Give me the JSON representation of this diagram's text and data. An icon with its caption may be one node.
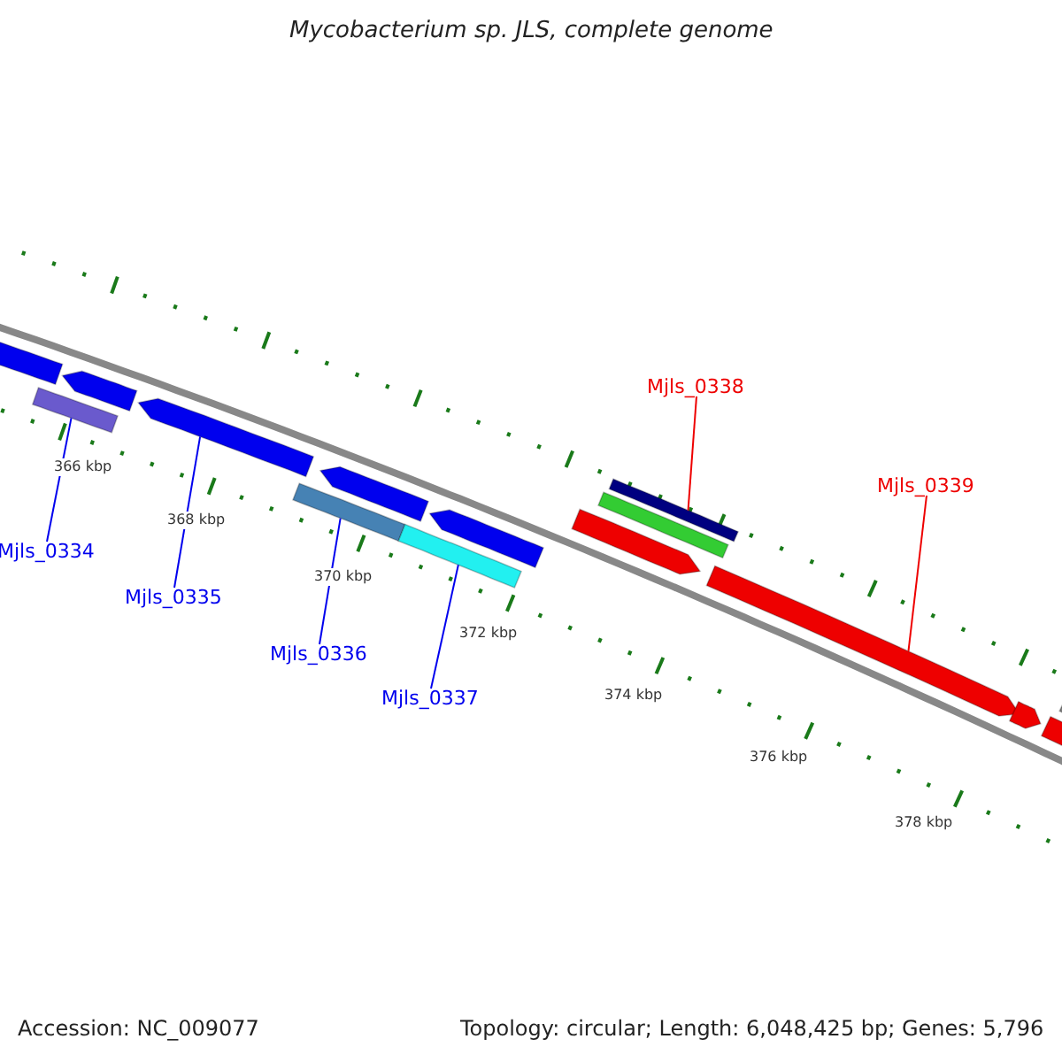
{
  "diagram": {
    "title": "Mycobacterium sp. JLS, complete genome",
    "nodes": [
      {
        "text": [
          "Mjls_0334"
        ]
      },
      {
        "text": [
          "Mjls_0335"
        ]
      },
      {
        "text": [
          "Mjls_0336"
        ]
      },
      {
        "text": [
          "Mjls_0337"
        ]
      },
      {
        "text": [
          "Mjls_0338"
        ]
      },
      {
        "text": [
          "Mjls_0339"
        ]
      },
      {
        "text": [],
        "shape": "bar"
      },
      {
        "text": [],
        "shape": "bar"
      },
      {
        "text": [],
        "shape": "bar"
      },
      {
        "text": [],
        "shape": "bar"
      },
      {
        "text": [],
        "shape": "bar"
      },
      {
        "text": [],
        "shape": "bar"
      },
      {
        "text": [],
        "shape": "bar"
      },
      {
        "text": [],
        "shape": "bar"
      },
      {
        "text": [],
        "shape": "bar"
      },
      {
        "text": [],
        "shape": "bar"
      },
      {
        "text": [],
        "shape": "bar"
      },
      {
        "text": [],
        "shape": "bar"
      },
      {
        "text": [],
        "shape": "bar"
      },
      {
        "text": [],
        "shape": "bar"
      },
      {
        "text": [],
        "shape": "bar"
      }
    ],
    "edges": [
      {
        "from": 0,
        "to": 7,
        "arrow": "none"
      },
      {
        "from": 1,
        "to": 9,
        "arrow": "none"
      },
      {
        "from": 2,
        "to": 10,
        "arrow": "none"
      },
      {
        "from": 3,
        "to": 12,
        "arrow": "none"
      },
      {
        "from": 4,
        "to": 16,
        "arrow": "none",
        "color": "#ee0000"
      },
      {
        "from": 5,
        "to": 17,
        "arrow": "none",
        "color": "#ee0000"
      }
    ],
    "labels": [
      "366 kbp",
      "368 kbp",
      "370 kbp",
      "372 kbp",
      "374 kbp",
      "376 kbp",
      "378 kbp",
      "Accession: NC_009077",
      "Topology: circular; Length: 6,048,425 bp; Genes: 5,796"
    ]
  }
}
